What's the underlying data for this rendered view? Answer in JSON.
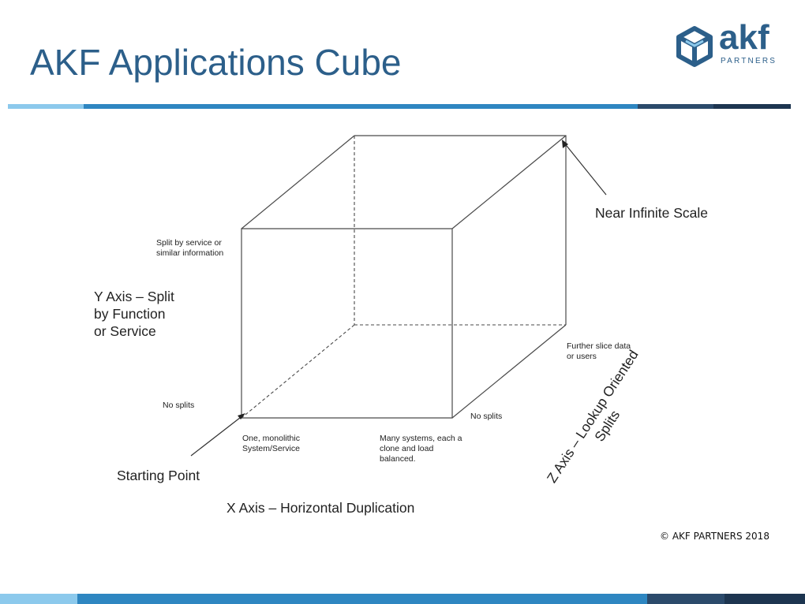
{
  "slide": {
    "title": "AKF Applications Cube",
    "copyright": "© AKF PARTNERS 2018"
  },
  "logo": {
    "word": "akf",
    "sub": "PARTNERS",
    "icon": "cube-logo-icon"
  },
  "colors": {
    "title": "#2c5f8a",
    "band_light": "#8cc9ec",
    "band_mid": "#2e86c1",
    "band_dark": "#2b4a6b",
    "band_darkest": "#1d3550"
  },
  "diagram": {
    "y_axis_top": "Split by service or\nsimilar information",
    "y_axis_title": "Y Axis – Split\nby Function\nor Service",
    "no_splits_left": "No splits",
    "no_splits_right": "No splits",
    "origin_desc": "One, monolithic\nSystem/Service",
    "x_right_desc": "Many systems, each a\nclone and load\nbalanced.",
    "starting_point": "Starting Point",
    "x_axis_title": "X Axis – Horizontal Duplication",
    "z_axis_desc": "Further slice data\nor users",
    "z_axis_title": "Z Axis – Lookup Oriented\nSplits",
    "near_infinite": "Near Infinite Scale"
  }
}
